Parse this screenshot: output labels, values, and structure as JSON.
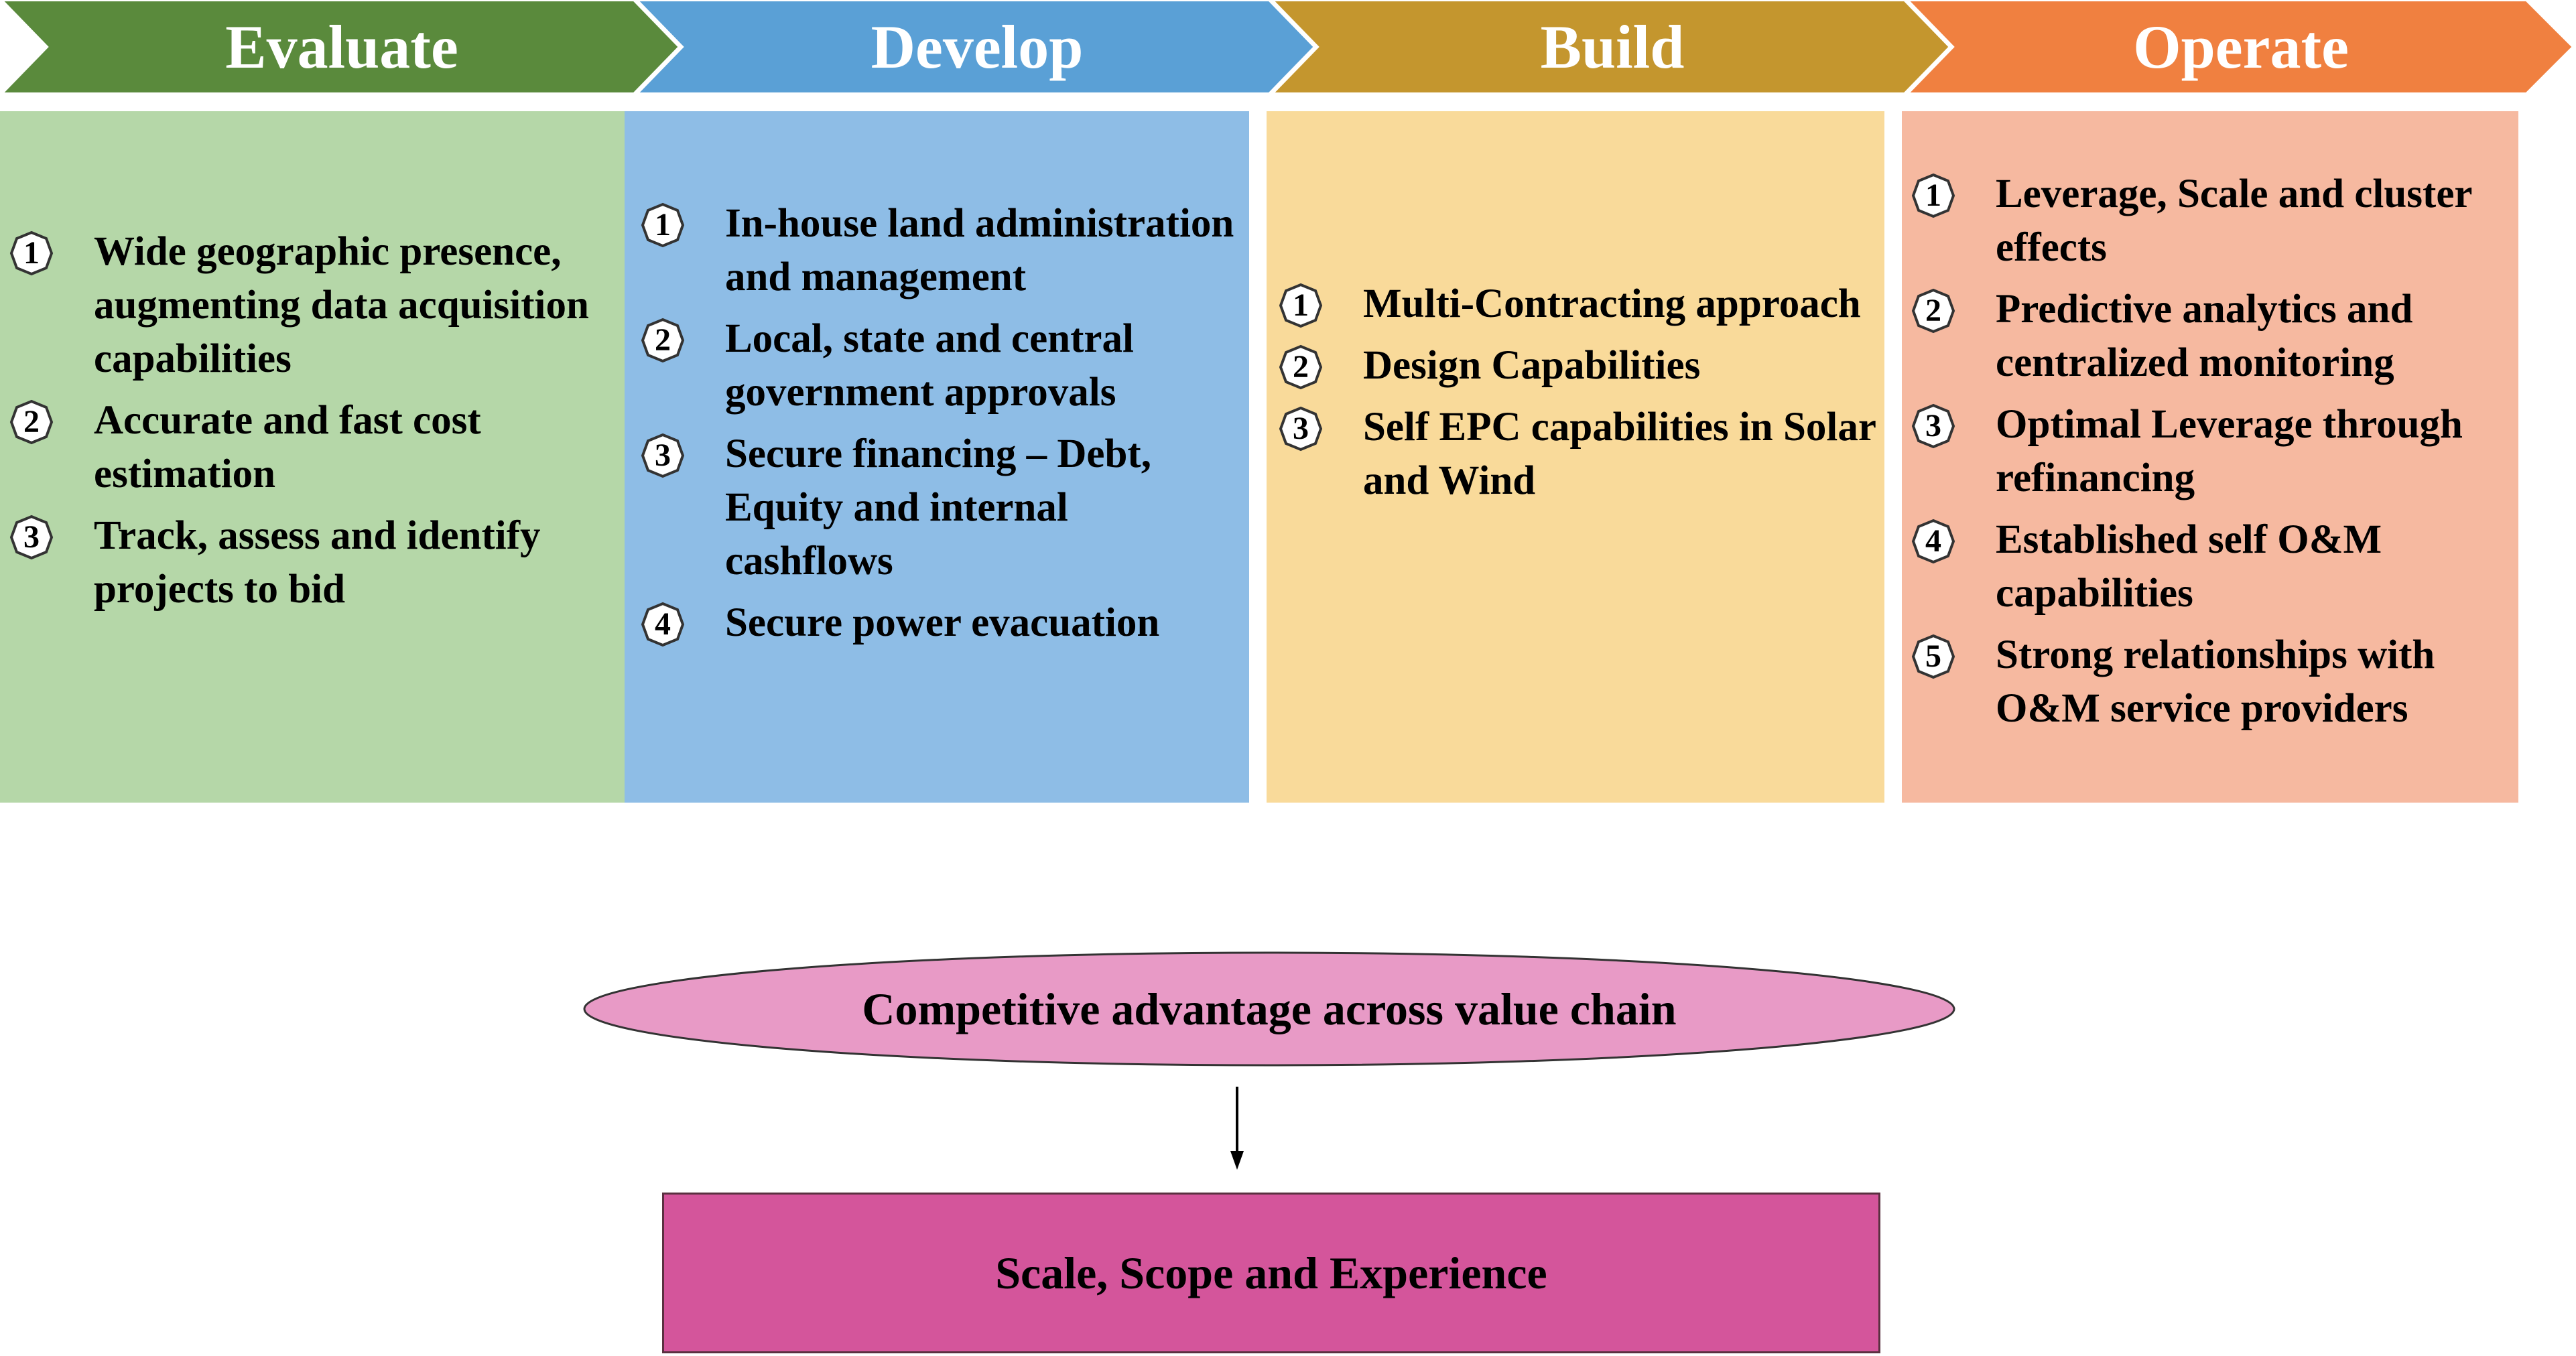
{
  "colors": {
    "evaluate_header": "#5a8a3c",
    "evaluate_panel": "#b5d7a8",
    "develop_header": "#5aa0d6",
    "develop_panel": "#8ebde6",
    "build_header": "#c4962e",
    "build_panel": "#f9da9a",
    "operate_header": "#f08040",
    "operate_panel": "#f6b9a0",
    "ellipse": "#e89ac6",
    "result_box": "#d4559b"
  },
  "stages": [
    {
      "title": "Evaluate",
      "items": [
        {
          "num": "1",
          "text": "Wide geographic presence, augmenting data acquisition capabilities"
        },
        {
          "num": "2",
          "text": "Accurate and fast cost estimation"
        },
        {
          "num": "3",
          "text": "Track, assess and identify projects to bid"
        }
      ]
    },
    {
      "title": "Develop",
      "items": [
        {
          "num": "1",
          "text": "In-house land administration and management"
        },
        {
          "num": "2",
          "text": "Local, state and central government approvals"
        },
        {
          "num": "3",
          "text": "Secure financing – Debt, Equity and internal cashflows"
        },
        {
          "num": "4",
          "text": "Secure power evacuation"
        }
      ]
    },
    {
      "title": "Build",
      "items": [
        {
          "num": "1",
          "text": "Multi-Contracting approach"
        },
        {
          "num": "2",
          "text": "Design Capabilities"
        },
        {
          "num": "3",
          "text": "Self EPC capabilities in Solar and Wind"
        }
      ]
    },
    {
      "title": "Operate",
      "items": [
        {
          "num": "1",
          "text": "Leverage, Scale and cluster effects"
        },
        {
          "num": "2",
          "text": "Predictive analytics and centralized monitoring"
        },
        {
          "num": "3",
          "text": "Optimal Leverage through refinancing"
        },
        {
          "num": "4",
          "text": "Established self O&M capabilities"
        },
        {
          "num": "5",
          "text": "Strong relationships with O&M service providers"
        }
      ]
    }
  ],
  "advantage": "Competitive advantage across value chain",
  "result": "Scale, Scope and Experience"
}
